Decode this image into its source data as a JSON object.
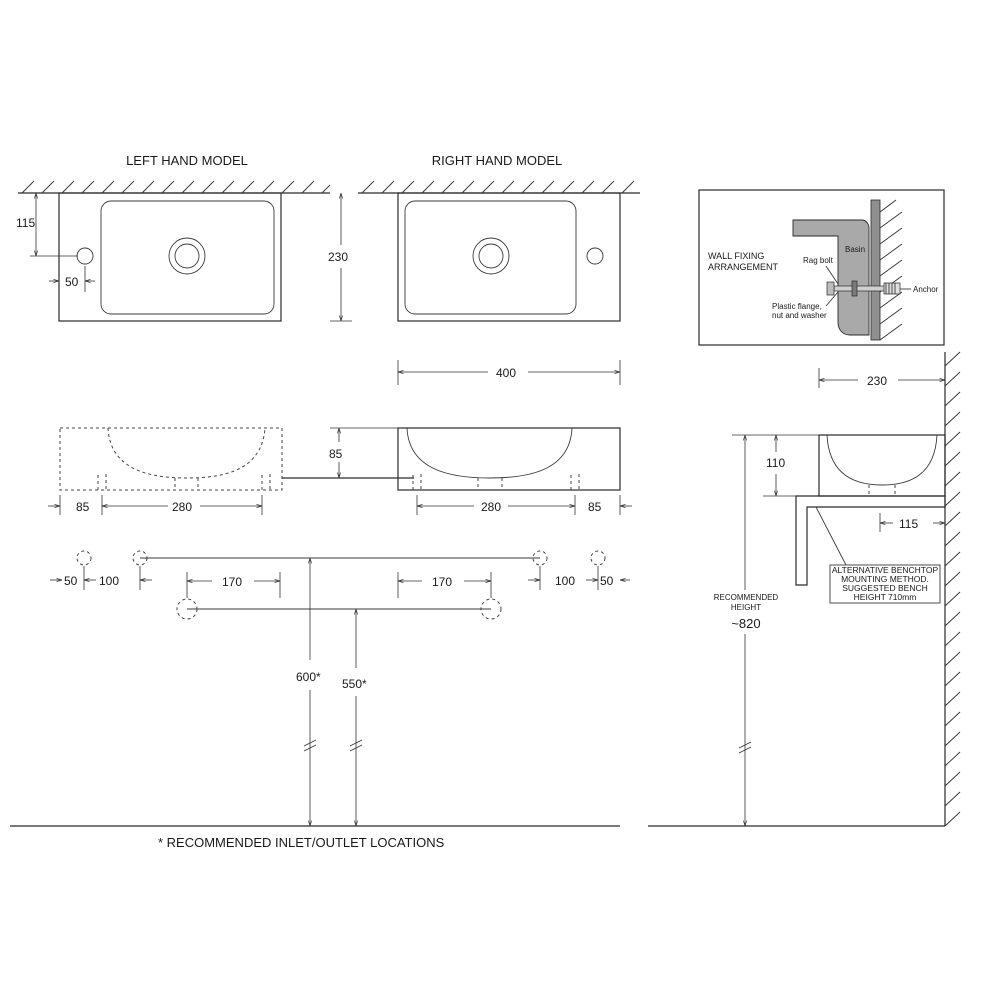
{
  "titles": {
    "left_model": "LEFT HAND MODEL",
    "right_model": "RIGHT HAND MODEL"
  },
  "dims": {
    "d115": "115",
    "d50": "50",
    "d230": "230",
    "d400": "400",
    "d85": "85",
    "d280": "280",
    "d170": "170",
    "d100": "100",
    "d600": "600*",
    "d550": "550*",
    "d110": "110",
    "d820": "~820"
  },
  "labels": {
    "recommended_height_1": "RECOMMENDED",
    "recommended_height_2": "HEIGHT",
    "footnote": "* RECOMMENDED INLET/OUTLET LOCATIONS",
    "bench_note_1": "ALTERNATIVE BENCHTOP",
    "bench_note_2": "MOUNTING METHOD.",
    "bench_note_3": "SUGGESTED BENCH",
    "bench_note_4": "HEIGHT 710mm"
  },
  "inset": {
    "title_1": "WALL FIXING",
    "title_2": "ARRANGEMENT",
    "basin": "Basin",
    "rag_bolt": "Rag bolt",
    "anchor": "Anchor",
    "flange_1": "Plastic flange,",
    "flange_2": "nut and washer"
  },
  "colors": {
    "line": "#2a2a2a",
    "inset_fill": "#a9a9a9"
  }
}
